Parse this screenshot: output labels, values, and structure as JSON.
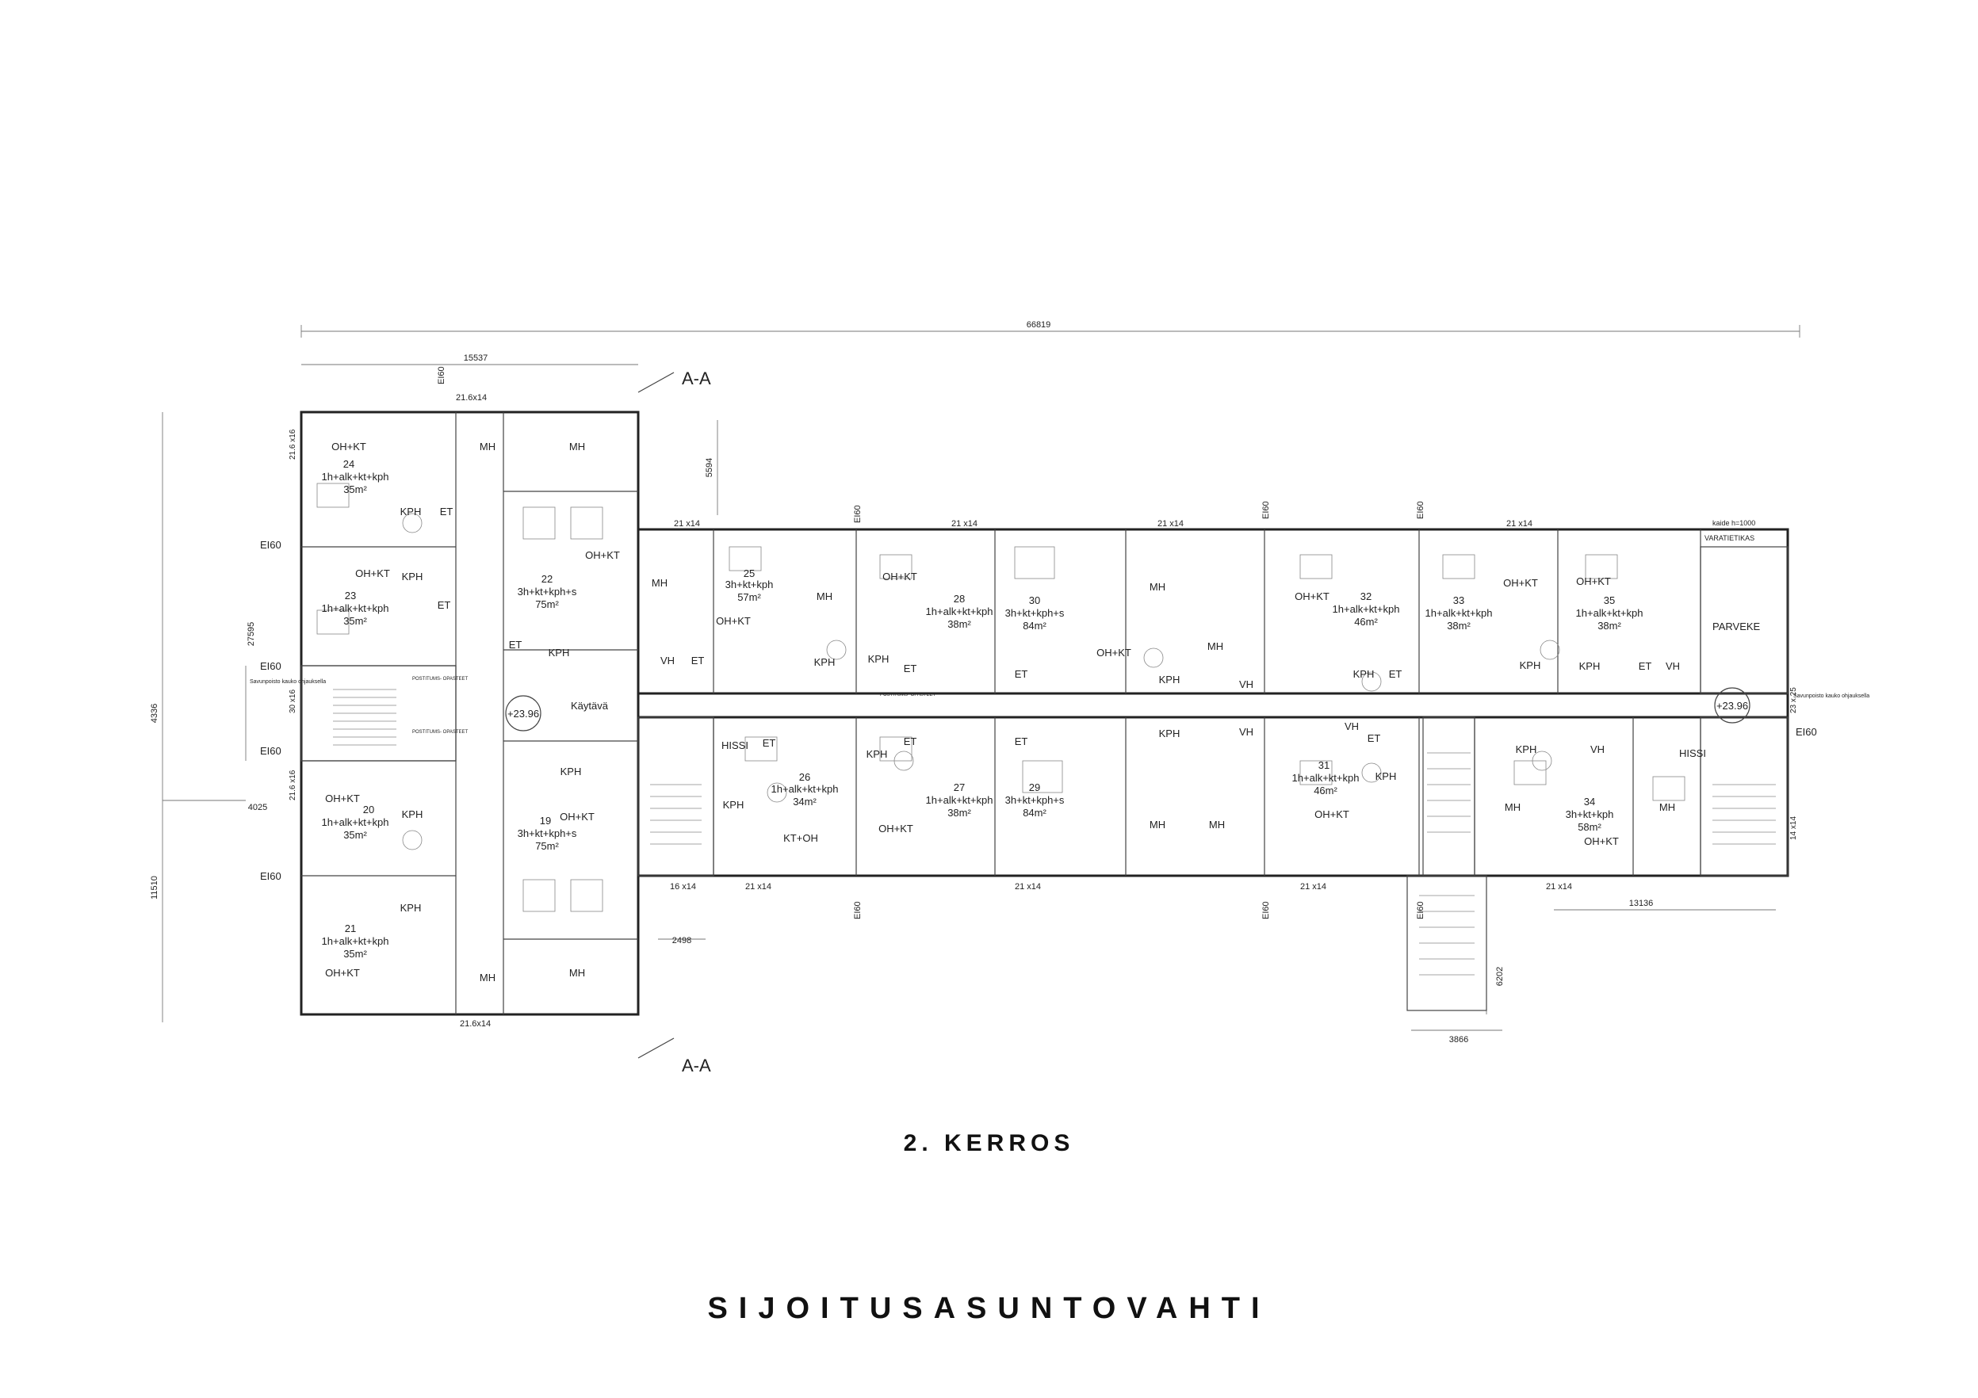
{
  "floor_title": "2. KERROS",
  "brand": "SIJOITUSASUNTOVAHTI",
  "dimensions": {
    "overall": "66819",
    "left_wing": "15537",
    "right_wing": "13136",
    "d4336": "4336",
    "d4025": "4025",
    "d27595": "27595",
    "d11510": "11510",
    "d5594": "5594",
    "d2498": "2498",
    "d6202": "6202",
    "d3866": "3866"
  },
  "section_marks": {
    "top": "A-A",
    "bottom": "A-A"
  },
  "levels": {
    "left": "+23.96",
    "right": "+23.96"
  },
  "labels": {
    "corridor": "Käytävä",
    "elevator": "HISSI",
    "balcony": "PARVEKE",
    "storage": "VARATIETIKAS",
    "railing": "kaide h=1000",
    "mail": "POSTITUMS-\nOPASTEET",
    "stair_note": "Savunpoisto kauko\nohjauksella"
  },
  "fire": "EI60",
  "windows": [
    "21.6x14",
    "21 x14",
    "21.6 x16",
    "16 x14",
    "30 x16",
    "23 x 25",
    "14 x14"
  ],
  "apartments": [
    {
      "id": "24",
      "type": "1h+alk+kt+kph",
      "area": "35m²"
    },
    {
      "id": "23",
      "type": "1h+alk+kt+kph",
      "area": "35m²"
    },
    {
      "id": "22",
      "type": "3h+kt+kph+s",
      "area": "75m²"
    },
    {
      "id": "20",
      "type": "1h+alk+kt+kph",
      "area": "35m²"
    },
    {
      "id": "21",
      "type": "1h+alk+kt+kph",
      "area": "35m²"
    },
    {
      "id": "19",
      "type": "3h+kt+kph+s",
      "area": "75m²"
    },
    {
      "id": "25",
      "type": "3h+kt+kph",
      "area": "57m²"
    },
    {
      "id": "28",
      "type": "1h+alk+kt+kph",
      "area": "38m²"
    },
    {
      "id": "30",
      "type": "3h+kt+kph+s",
      "area": "84m²"
    },
    {
      "id": "32",
      "type": "1h+alk+kt+kph",
      "area": "46m²"
    },
    {
      "id": "33",
      "type": "1h+alk+kt+kph",
      "area": "38m²"
    },
    {
      "id": "35",
      "type": "1h+alk+kt+kph",
      "area": "38m²"
    },
    {
      "id": "26",
      "type": "1h+alk+kt+kph",
      "area": "34m²"
    },
    {
      "id": "27",
      "type": "1h+alk+kt+kph",
      "area": "38m²"
    },
    {
      "id": "29",
      "type": "3h+kt+kph+s",
      "area": "84m²"
    },
    {
      "id": "31",
      "type": "1h+alk+kt+kph",
      "area": "46m²"
    },
    {
      "id": "34",
      "type": "3h+kt+kph",
      "area": "58m²"
    }
  ],
  "rooms": {
    "oh_kt": "OH+KT",
    "mh": "MH",
    "kph": "KPH",
    "et": "ET",
    "vh": "VH",
    "kt_oh": "KT+OH"
  }
}
